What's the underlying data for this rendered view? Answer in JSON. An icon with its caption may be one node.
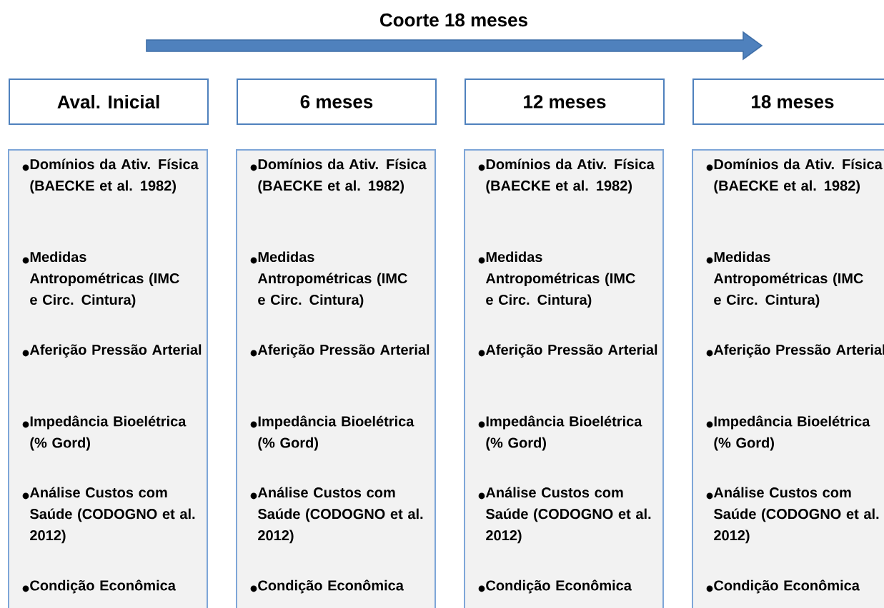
{
  "diagram": {
    "title": "Coorte 18 meses",
    "nodes": [
      {
        "text": [
          "Aval. Inicial"
        ]
      },
      {
        "text": [
          "6 meses"
        ]
      },
      {
        "text": [
          "12 meses"
        ]
      },
      {
        "text": [
          "18 meses"
        ]
      },
      {
        "text": [
          "Domínios da Ativ. Física (BAECKE et al. 1982)",
          "Medidas Antropométricas (IMC e Circ. Cintura)",
          "Aferição Pressão Arterial",
          "Impedância Bioelétrica (% Gord)",
          "Análise Custos com Saúde (CODOGNO et al. 2012)",
          "Condição Econômica"
        ]
      },
      {
        "text": [
          "Domínios da Ativ. Física (BAECKE et al. 1982)",
          "Medidas Antropométricas (IMC e Circ. Cintura)",
          "Aferição Pressão Arterial",
          "Impedância Bioelétrica (% Gord)",
          "Análise Custos com Saúde (CODOGNO et al. 2012)",
          "Condição Econômica"
        ]
      },
      {
        "text": [
          "Domínios da Ativ. Física (BAECKE et al. 1982)",
          "Medidas Antropométricas (IMC e Circ. Cintura)",
          "Aferição Pressão Arterial",
          "Impedância Bioelétrica (% Gord)",
          "Análise Custos com Saúde (CODOGNO et al. 2012)",
          "Condição Econômica"
        ]
      },
      {
        "text": [
          "Domínios da Ativ. Física (BAECKE et al. 1982)",
          "Medidas Antropométricas (IMC e Circ. Cintura)",
          "Aferição Pressão Arterial",
          "Impedância Bioelétrica (% Gord)",
          "Análise Custos com Saúde (CODOGNO et al. 2012)",
          "Condição Econômica"
        ]
      }
    ],
    "edges": []
  }
}
